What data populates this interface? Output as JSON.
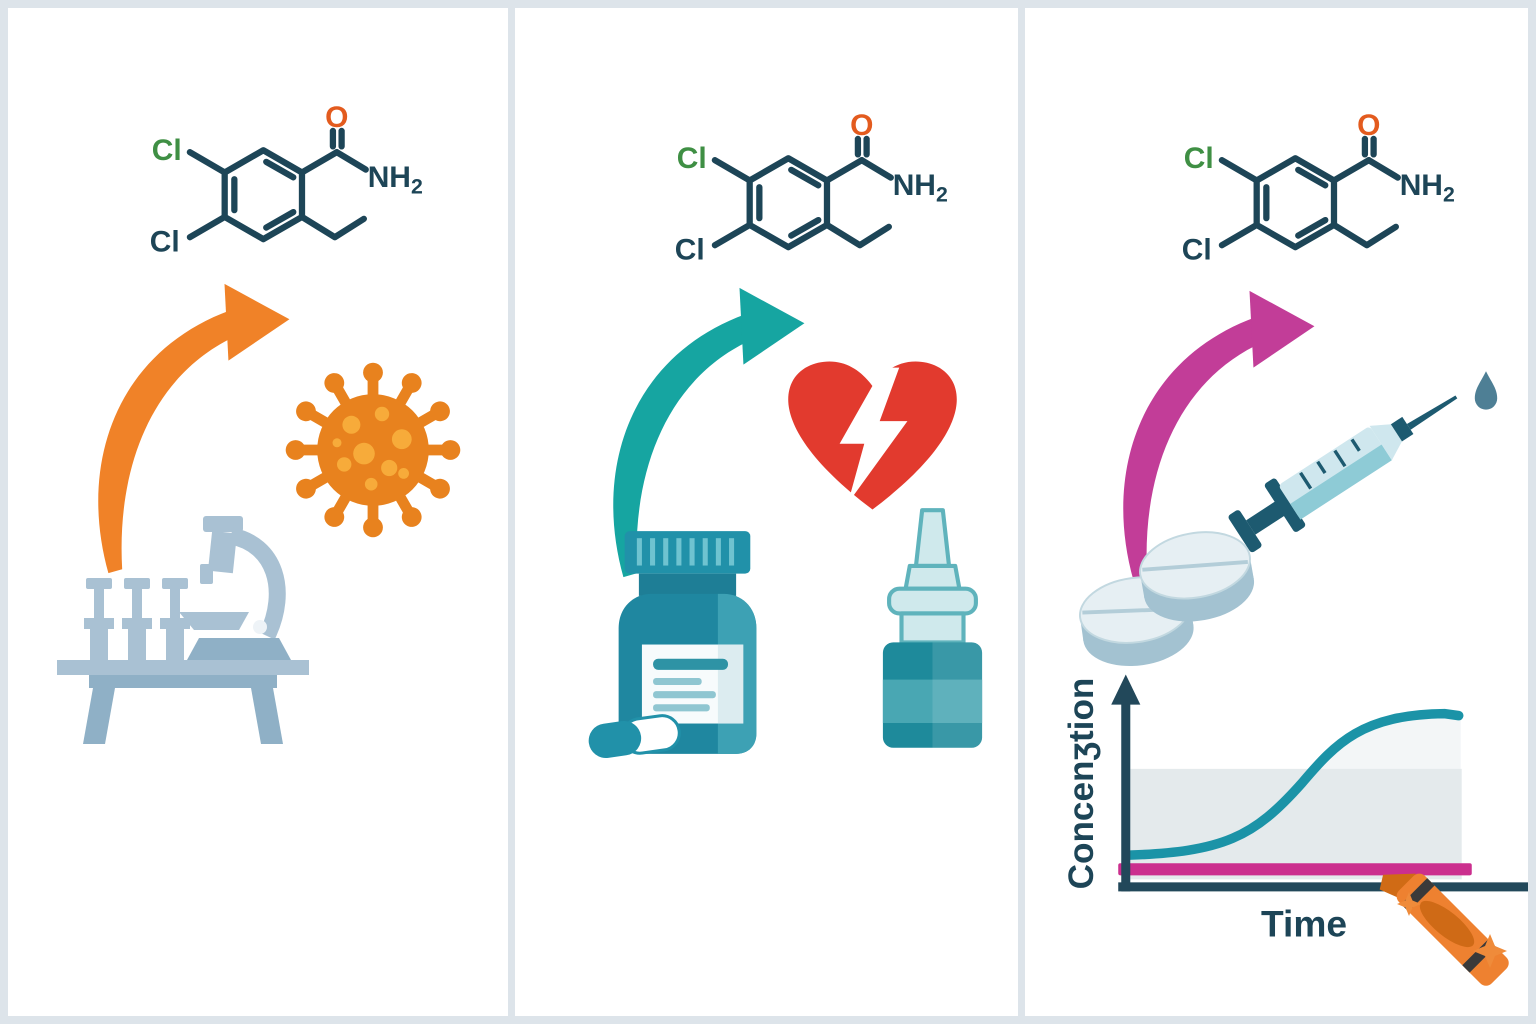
{
  "molecule": {
    "cl_top": "Cl",
    "cl_bottom": "Cl",
    "oxygen": "O",
    "amide": "NH",
    "amide_subscript": "2"
  },
  "panels": [
    {
      "name": "drug-discovery",
      "arrow_color": "#F08228",
      "icons": [
        "virus-icon",
        "lab-bench-icon",
        "curved-arrow-icon"
      ]
    },
    {
      "name": "drug-products",
      "arrow_color": "#16A5A1",
      "icons": [
        "heart-bolt-icon",
        "pill-bottle-icon",
        "capsule-icon",
        "nasal-spray-icon",
        "curved-arrow-icon"
      ]
    },
    {
      "name": "pharmacokinetics",
      "arrow_color": "#C23D98",
      "icons": [
        "syringe-icon",
        "droplet-icon",
        "tablets-icon",
        "concentration-time-graph",
        "crayon-icon",
        "sparkle-icon",
        "curved-arrow-icon"
      ]
    }
  ],
  "graph": {
    "ylabel": "Concenʒtion",
    "xlabel": "Time",
    "curve_color": "#1B93A7",
    "baseline_color": "#CB2F8E",
    "band_color": "#E4EAEC",
    "axis_color": "#22485A"
  },
  "chart_data": {
    "type": "line",
    "title": "",
    "xlabel": "Time",
    "ylabel": "Concenʒtion",
    "x_range": [
      0,
      10
    ],
    "y_range": [
      0,
      1
    ],
    "grid": false,
    "legend": "none",
    "series": [
      {
        "name": "concentration-sigmoid",
        "color": "#1B93A7",
        "x": [
          0,
          1,
          2,
          3,
          4,
          5,
          6,
          7,
          8,
          9,
          10
        ],
        "values": [
          0.06,
          0.06,
          0.08,
          0.13,
          0.25,
          0.45,
          0.66,
          0.82,
          0.92,
          0.95,
          0.95
        ]
      },
      {
        "name": "baseline",
        "color": "#CB2F8E",
        "x": [
          0,
          10
        ],
        "values": [
          0.03,
          0.03
        ]
      }
    ],
    "annotations": [
      "shaded horizontal band across mid concentrations"
    ]
  },
  "colors": {
    "background_border": "#DDE4EA",
    "panel": "#FFFFFF",
    "bond": "#1D4557",
    "cl_green": "#3F8F44",
    "oxygen_orange": "#E35B1E",
    "virus_orange": "#E8821E",
    "virus_spots": "#F7AB3A",
    "heart_red": "#E23A2E",
    "device_teal": "#2191A9",
    "bottle_teal": "#1F87A0",
    "spray_light": "#CFE9EC",
    "lab_gray_blue": "#A9C1D3",
    "syringe_dark": "#1D5A70",
    "syringe_light": "#CFE7EE",
    "pill_side": "#A3C2D1",
    "pill_top": "#E6EFF3",
    "crayon_orange": "#EE8130",
    "sparkle_orange": "#EF8B3A"
  }
}
